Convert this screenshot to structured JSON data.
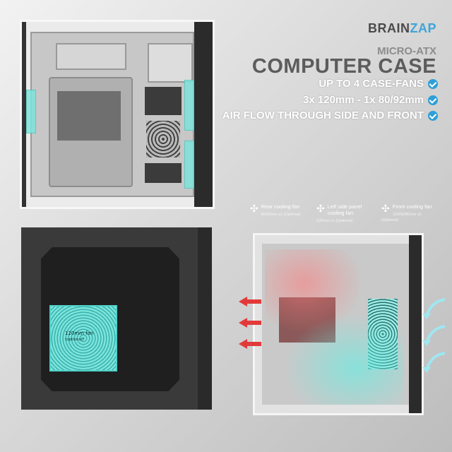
{
  "brand": {
    "name_left": "BRAIN",
    "name_right": "ZAP"
  },
  "header": {
    "subtitle": "MICRO-ATX",
    "title": "COMPUTER CASE"
  },
  "features": [
    "UP TO 4 CASE-FANS",
    "3x 120mm - 1x 80/92mm",
    "AIR FLOW THROUGH SIDE AND FRONT"
  ],
  "fan_info": [
    {
      "icon": "fan-icon",
      "label": "Rear cooling fan",
      "detail": "80/92mm x1 (Optional)"
    },
    {
      "icon": "fan-icon",
      "label": "Left side panel cooling fan",
      "detail": "120mm x1 (Optional)"
    },
    {
      "icon": "fan-icon",
      "label": "Front cooling fan",
      "detail": "120/92/80mm x2 (Optional)"
    }
  ],
  "side_panel": {
    "fan_label": "120mm fan",
    "fan_note": "(optional)"
  },
  "colors": {
    "accent": "#7fe3dc",
    "check": "#2f9fd9",
    "airflow_out": "#e23a3a",
    "airflow_in": "#9ee7f2"
  }
}
